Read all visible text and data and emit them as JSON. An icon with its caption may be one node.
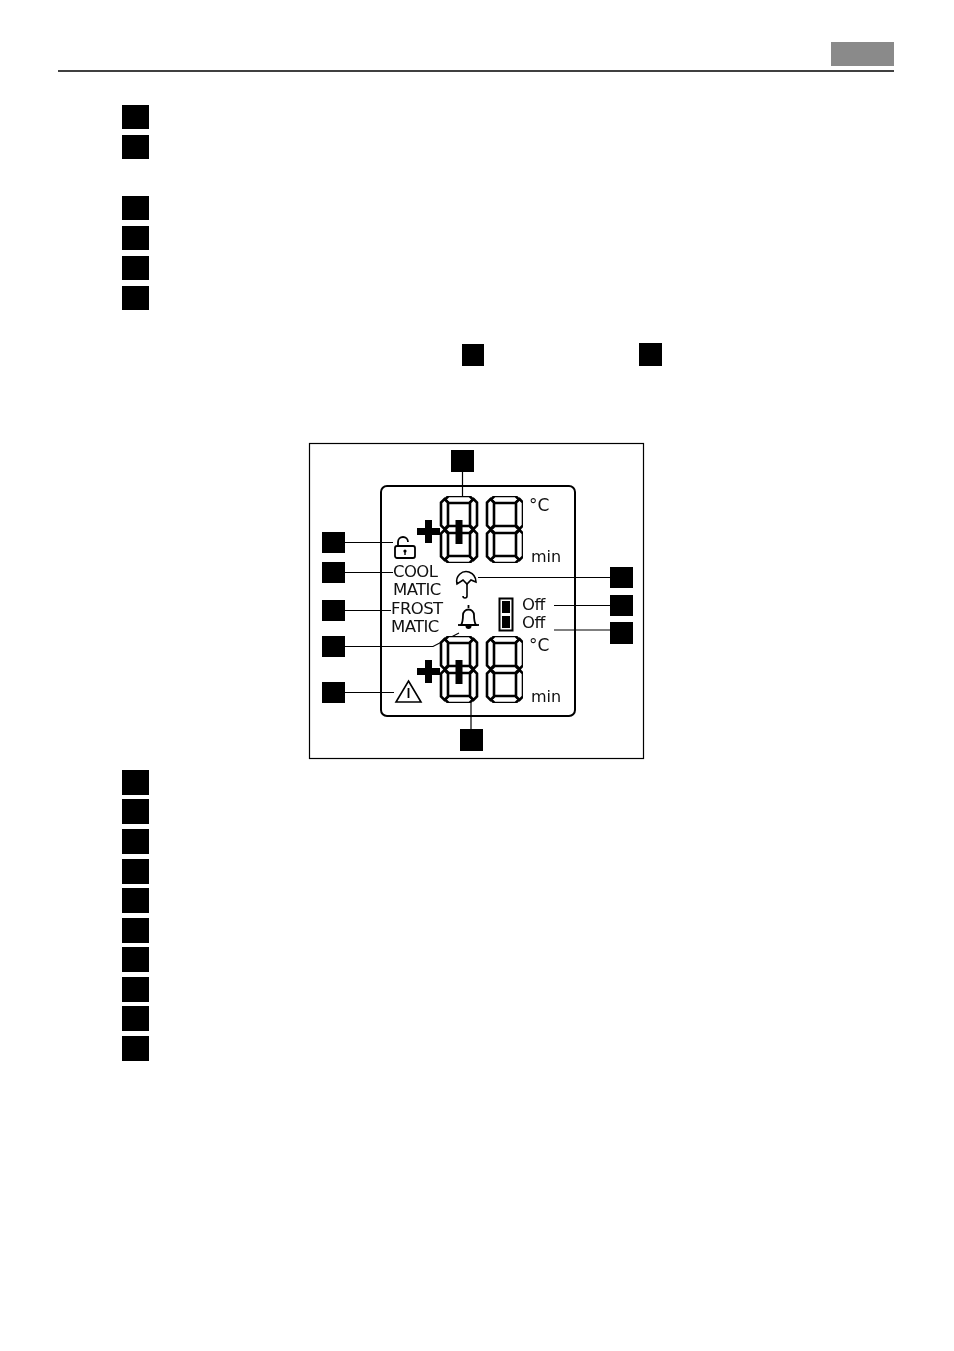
{
  "diagram": {
    "nodes": [
      {
        "text": [],
        "shape": "box"
      },
      {
        "text": [],
        "shape": "box"
      },
      {
        "text": [],
        "shape": "box"
      },
      {
        "text": [],
        "shape": "box"
      },
      {
        "text": [],
        "shape": "box"
      },
      {
        "text": [],
        "shape": "box"
      },
      {
        "text": [],
        "shape": "box"
      },
      {
        "text": [],
        "shape": "box"
      },
      {
        "text": [],
        "shape": "box"
      },
      {
        "text": [],
        "shape": "digits"
      },
      {
        "text": [],
        "shape": "box"
      },
      {
        "text": [],
        "shape": "lock"
      },
      {
        "text": [],
        "shape": "box"
      },
      {
        "text": [
          "COOL MATIC"
        ]
      },
      {
        "text": [],
        "shape": "box"
      },
      {
        "text": [
          "FROST MATIC"
        ]
      },
      {
        "text": [],
        "shape": "box"
      },
      {
        "text": [],
        "shape": "bell"
      },
      {
        "text": [],
        "shape": "box"
      },
      {
        "text": [],
        "shape": "triangle"
      },
      {
        "text": [],
        "shape": "box"
      },
      {
        "text": [],
        "shape": "umbrella"
      },
      {
        "text": [],
        "shape": "box"
      },
      {
        "text": [
          "Off"
        ]
      },
      {
        "text": [],
        "shape": "box"
      },
      {
        "text": [
          "Off"
        ]
      },
      {
        "text": [],
        "shape": "box"
      },
      {
        "text": [],
        "shape": "digits"
      },
      {
        "text": [],
        "shape": "box"
      },
      {
        "text": [],
        "shape": "box"
      },
      {
        "text": [],
        "shape": "box"
      },
      {
        "text": [],
        "shape": "box"
      },
      {
        "text": [],
        "shape": "box"
      },
      {
        "text": [],
        "shape": "box"
      },
      {
        "text": [],
        "shape": "box"
      },
      {
        "text": [],
        "shape": "box"
      },
      {
        "text": [],
        "shape": "box"
      },
      {
        "text": [],
        "shape": "box"
      }
    ],
    "edges": [
      {
        "from": 8,
        "to": 9,
        "arrow": "none"
      },
      {
        "from": 10,
        "to": 11,
        "arrow": "none"
      },
      {
        "from": 12,
        "to": 13,
        "arrow": "none"
      },
      {
        "from": 14,
        "to": 15,
        "arrow": "none"
      },
      {
        "from": 16,
        "to": 17,
        "arrow": "none"
      },
      {
        "from": 18,
        "to": 19,
        "arrow": "none"
      },
      {
        "from": 20,
        "to": 21,
        "arrow": "none"
      },
      {
        "from": 22,
        "to": 23,
        "arrow": "none"
      },
      {
        "from": 24,
        "to": 25,
        "arrow": "none"
      },
      {
        "from": 26,
        "to": 27,
        "arrow": "none"
      }
    ],
    "labels": [
      "°C",
      "min",
      "°C",
      "min"
    ]
  }
}
